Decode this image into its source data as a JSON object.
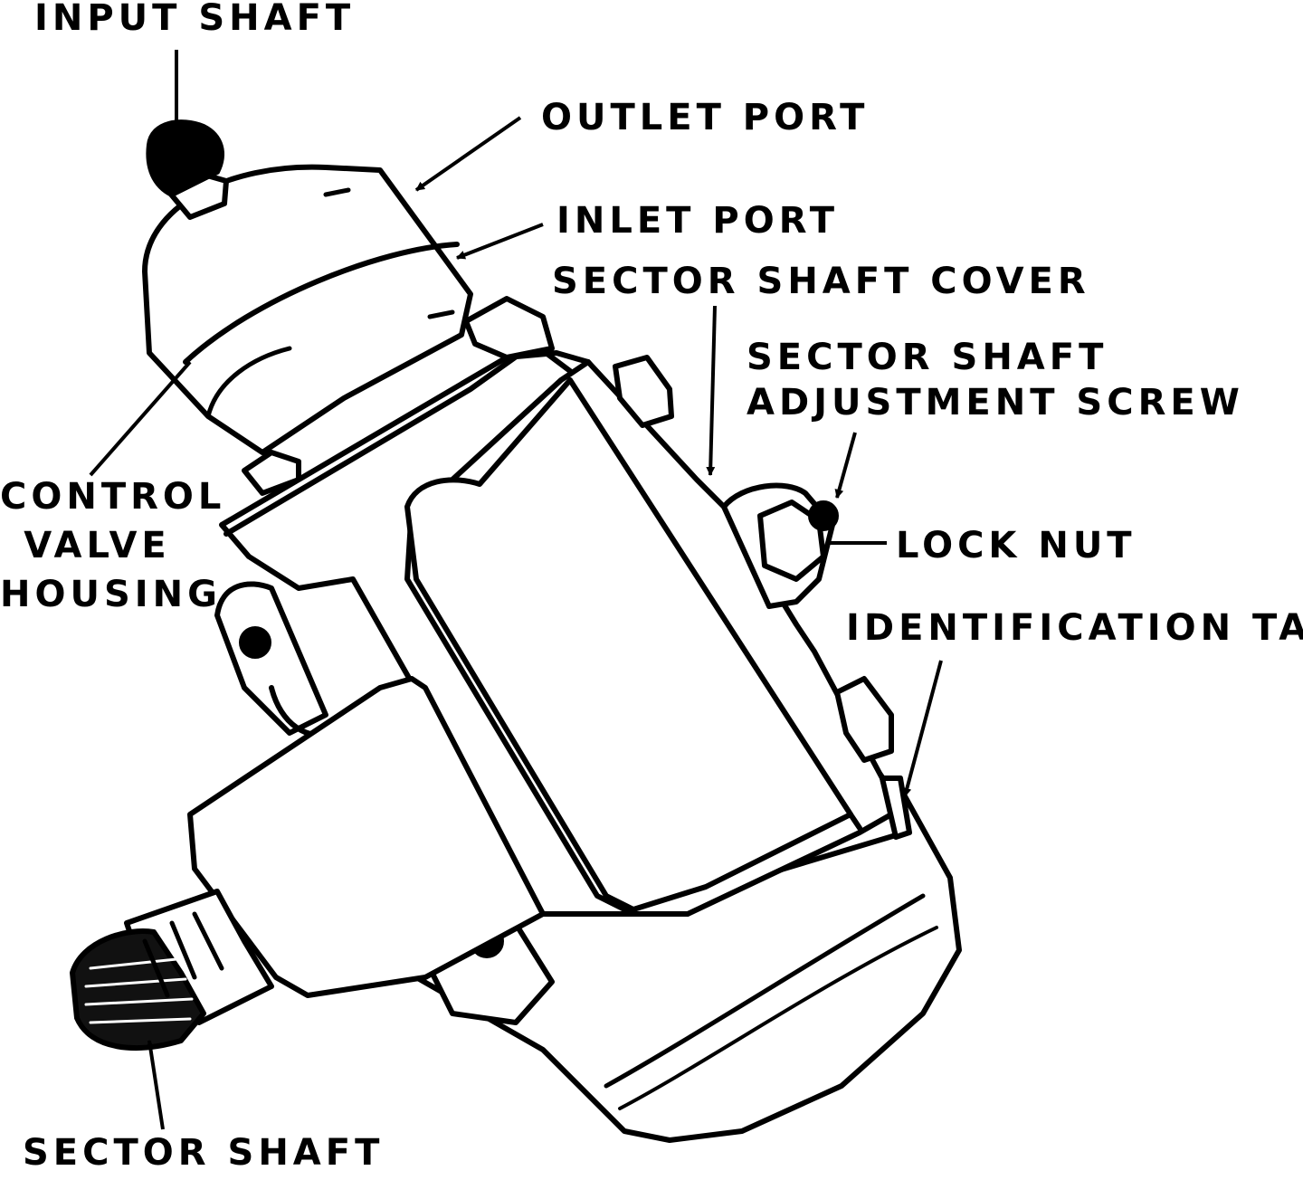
{
  "labels": {
    "input_shaft": "INPUT SHAFT",
    "outlet_port": "OUTLET PORT",
    "inlet_port": "INLET PORT",
    "sector_shaft_cover": "SECTOR SHAFT COVER",
    "adjustment_screw": [
      "SECTOR SHAFT",
      "ADJUSTMENT SCREW"
    ],
    "lock_nut": "LOCK NUT",
    "identification_tag": "IDENTIFICATION TAG",
    "control_valve_housing": [
      "CONTROL",
      "VALVE",
      "HOUSING"
    ],
    "sector_shaft": "SECTOR SHAFT"
  },
  "colors": {
    "ink": "#000000",
    "paper": "#ffffff"
  }
}
